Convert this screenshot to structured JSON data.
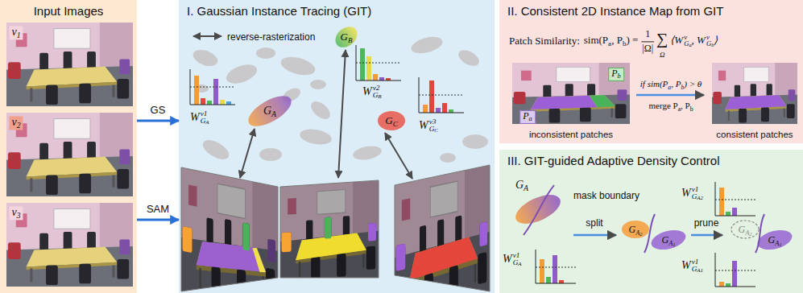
{
  "diagram": {
    "nodes": [
      {
        "text": [
          "Input Images"
        ]
      },
      {
        "text": [
          "I. Gaussian Instance Tracing (GIT)"
        ]
      },
      {
        "text": [
          "II. Consistent 2D Instance Map from GIT"
        ]
      },
      {
        "text": [
          "III. GIT-guided Adaptive Density Control"
        ]
      }
    ],
    "edges": [
      {
        "from": 0,
        "to": 1,
        "arrow": "to",
        "label": "GS"
      },
      {
        "from": 0,
        "to": 1,
        "arrow": "to",
        "label": "SAM"
      }
    ],
    "labels": [
      "ν1",
      "ν2",
      "ν3",
      "reverse-rasterization",
      "Wν1GA",
      "GA",
      "GB",
      "Wν2GB",
      "GC",
      "Wν3GC",
      "Patch Similarity:",
      "sim(Pa, Pb) =",
      "1",
      "|Ω|",
      "∑",
      "Ω",
      "⟨WνGa, WνGb⟩",
      "Pa",
      "Pb",
      "inconsistent patches",
      "if sim(Pa, Pb) > θ",
      "merge Pa, Pb",
      "consistent patches",
      "GA",
      "mask boundary",
      "Wν1GA",
      "split",
      "GA2",
      "GA1",
      "Wν1GA2",
      "prune",
      "GA2",
      "GA1",
      "Wν1GA1"
    ]
  }
}
